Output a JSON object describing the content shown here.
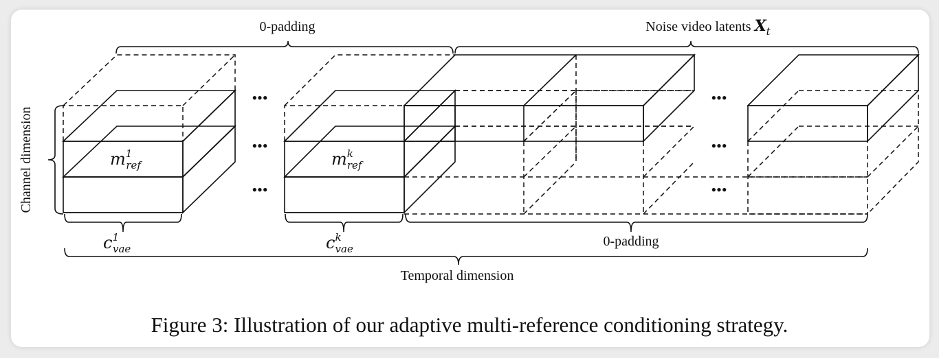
{
  "figure": {
    "caption": "Figure 3: Illustration of our adaptive multi-reference conditioning strategy.",
    "labels": {
      "top_left_padding": "0-padding",
      "noise_latents": "Noise video latents ",
      "noise_latents_symbol": "X",
      "noise_latents_subscript": "t",
      "channel_dimension": "Channel dimension",
      "bottom_padding": "0-padding",
      "temporal_dimension": "Temporal dimension",
      "mask_ref_1": {
        "base": "m",
        "sup": "1",
        "sub": "ref"
      },
      "mask_ref_k": {
        "base": "m",
        "sup": "k",
        "sub": "ref"
      },
      "vae_1": {
        "base": "c",
        "sup": "1",
        "sub": "vae"
      },
      "vae_k": {
        "base": "c",
        "sup": "k",
        "sub": "vae"
      },
      "ellipsis": "•••"
    },
    "colors": {
      "mask_green": "#e2efd3",
      "vae_blue": "#eef3fb",
      "mask_top_gray": "#c4c9bf",
      "mask_front_dark": "#a9b4a0",
      "side_gray": "#b5b5b5",
      "noise_orange": "#f6e2cc",
      "noise_side": "#c9b4a3"
    }
  }
}
